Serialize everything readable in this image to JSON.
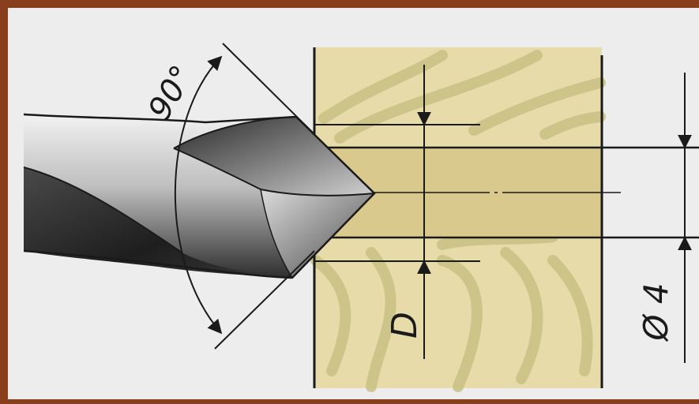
{
  "labels": {
    "angle": "90°",
    "depth": "D",
    "diameter": "Ø 4"
  },
  "colors": {
    "frame": "#8a3f1c",
    "paper": "#ecedec",
    "wood": "#e8dbaa",
    "wood_grain": "#c9c084",
    "hole": "#d9c98d",
    "steel_dark": "#2b2b2b",
    "steel_light": "#e6e6e6",
    "line": "#1a1a1a"
  },
  "icons": {
    "drill": "twist-drill-bit",
    "workpiece": "wooden-block"
  }
}
